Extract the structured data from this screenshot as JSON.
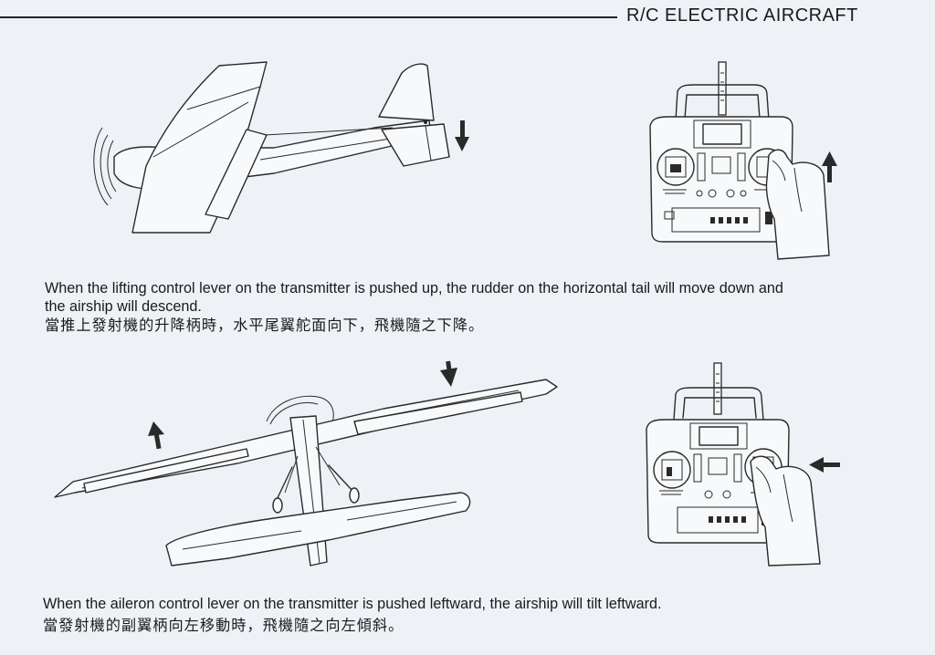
{
  "header": {
    "title": "R/C ELECTRIC AIRCRAFT"
  },
  "sections": [
    {
      "caption_en_line1": "When the lifting control lever on the transmitter is pushed up, the rudder on the horizontal tail will move down and",
      "caption_en_line2": "the airship will descend.",
      "caption_zh": "當推上發射機的升降柄時，水平尾翼舵面向下，飛機隨之下降。",
      "lever_direction": "up",
      "tail_direction": "down"
    },
    {
      "caption_en": "When the aileron control lever on the transmitter is pushed leftward, the airship will tilt leftward.",
      "caption_zh": "當發射機的副翼柄向左移動時，飛機隨之向左傾斜。",
      "lever_direction": "left",
      "tilt_direction": "left"
    }
  ],
  "icons": [
    "airplane-side-illustration",
    "transmitter-illustration",
    "hand-illustration",
    "arrow-down-icon",
    "arrow-up-icon",
    "arrow-left-icon",
    "airplane-front-illustration"
  ]
}
